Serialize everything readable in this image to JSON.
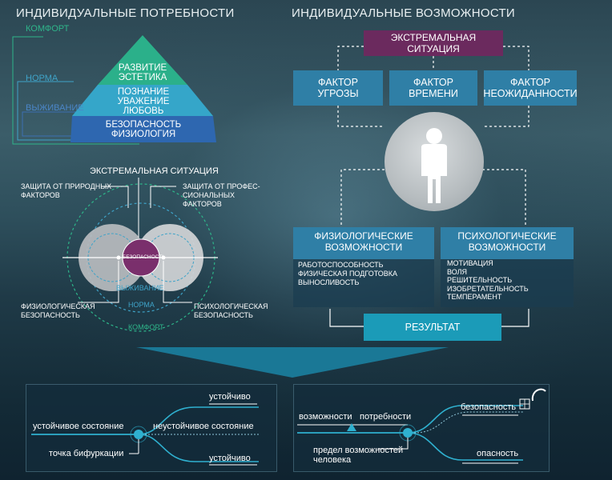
{
  "left_title": "ИНДИВИДУАЛЬНЫЕ ПОТРЕБНОСТИ",
  "right_title": "ИНДИВИДУАЛЬНЫЕ ВОЗМОЖНОСТИ",
  "pyramid": {
    "comfort": "КОМФОРТ",
    "norm": "НОРМА",
    "survival": "ВЫЖИВАНИЕ",
    "tier1": [
      "РАЗВИТИЕ",
      "ЭСТЕТИКА"
    ],
    "tier2": [
      "ПОЗНАНИЕ",
      "УВАЖЕНИЕ",
      "ЛЮБОВЬ"
    ],
    "tier3": [
      "БЕЗОПАСНОСТЬ",
      "ФИЗИОЛОГИЯ"
    ],
    "colors": {
      "comfort": "#2eb58a",
      "norm": "#3fa3c8",
      "survival": "#3c6fb2",
      "tier1": "#2bb08a",
      "tier2": "#35a6c9",
      "tier3": "#2e67b0"
    }
  },
  "venn": {
    "extreme": "ЭКСТРЕМАЛЬНАЯ СИТУАЦИЯ",
    "natural": [
      "ЗАЩИТА ОТ ПРИРОДНЫХ",
      "ФАКТОРОВ"
    ],
    "professional": [
      "ЗАЩИТА ОТ ПРОФЕС-",
      "СИОНАЛЬНЫХ",
      "ФАКТОРОВ"
    ],
    "center": "БЕЗОПАСНОСТЬ",
    "survival": "ВЫЖИВАНИЕ",
    "norm": "НОРМА",
    "comfort": "КОМФОРТ",
    "physiological": [
      "ФИЗИОЛОГИЧЕСКАЯ",
      "БЕЗОПАСНОСТЬ"
    ],
    "psychological": [
      "ПСИХОЛОГИЧЕСКАЯ",
      "БЕЗОПАСНОСТЬ"
    ],
    "center_color": "#7a2f6c"
  },
  "flow": {
    "extreme": "ЭКСТРЕМАЛЬНАЯ СИТУАЦИЯ",
    "factors": [
      [
        "ФАКТОР",
        "УГРОЗЫ"
      ],
      [
        "ФАКТОР",
        "ВРЕМЕНИ"
      ],
      [
        "ФАКТОР",
        "НЕОЖИДАННОСТИ"
      ]
    ],
    "physio_title": [
      "ФИЗИОЛОГИЧЕСКИЕ",
      "ВОЗМОЖНОСТИ"
    ],
    "physio_items": [
      "РАБОТОСПОСОБНОСТЬ",
      "ФИЗИЧЕСКАЯ ПОДГОТОВКА",
      "ВЫНОСЛИВОСТЬ"
    ],
    "psycho_title": [
      "ПСИХОЛОГИЧЕСКИЕ",
      "ВОЗМОЖНОСТИ"
    ],
    "psycho_items": [
      "МОТИВАЦИЯ",
      "ВОЛЯ",
      "РЕШИТЕЛЬНОСТЬ",
      "ИЗОБРЕТАТЕЛЬНОСТЬ",
      "ТЕМПЕРАМЕНТ"
    ],
    "result": "РЕЗУЛЬТАТ",
    "colors": {
      "extreme": "#6b2a5e",
      "factor": "#2f7fa6",
      "result": "#1b9bb8"
    }
  },
  "bottom_left": {
    "stable_top": "устойчиво",
    "stable_state": "устойчивое состояние",
    "unstable_state": "неустойчивое состояние",
    "bifurcation": "точка бифуркации",
    "stable_bottom": "устойчиво"
  },
  "bottom_right": {
    "capabilities": "возможности",
    "needs": "потребности",
    "safety": "безопасность",
    "limit": [
      "предел возможностей",
      "человека"
    ],
    "danger": "опасность"
  }
}
